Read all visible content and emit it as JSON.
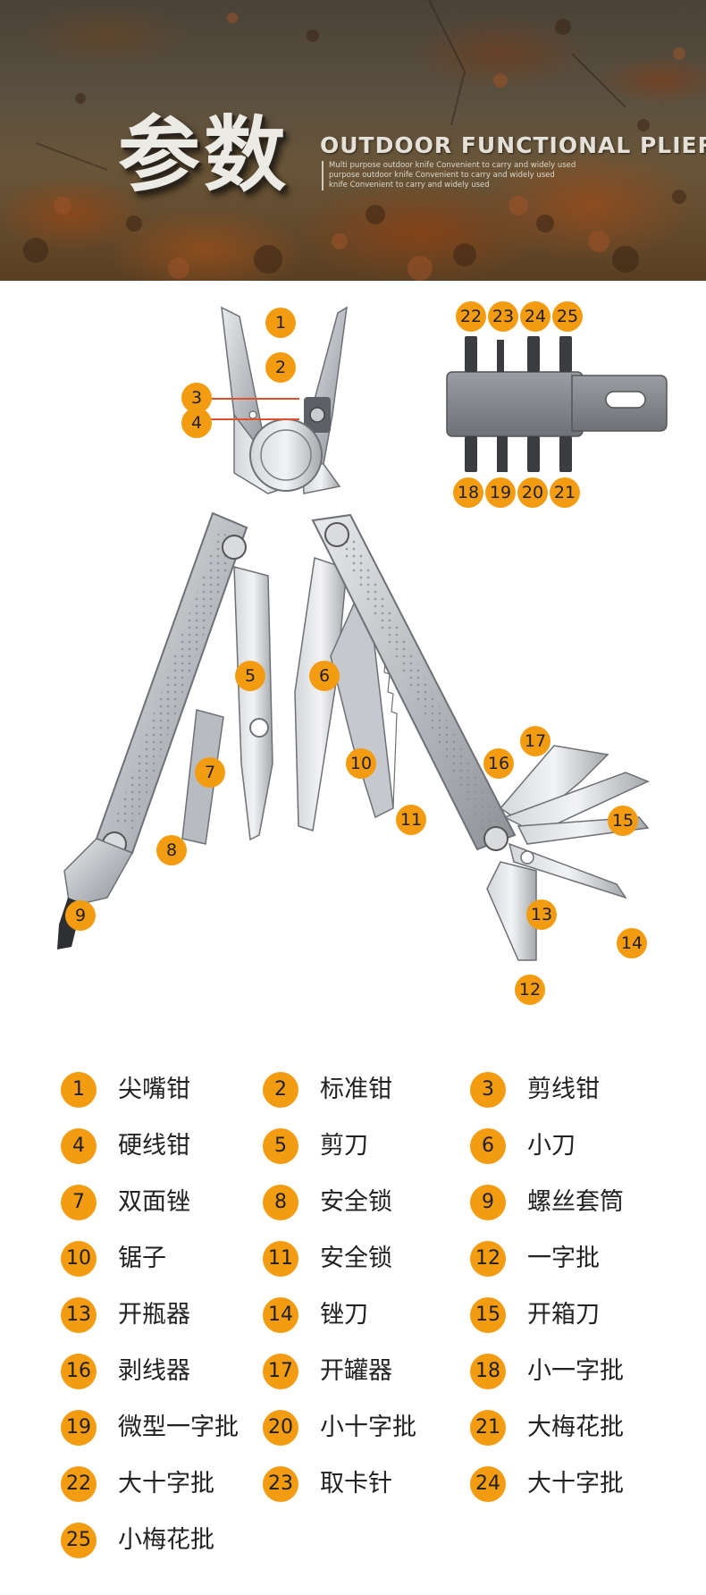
{
  "header": {
    "title": "参数",
    "subtitle": "OUTDOOR FUNCTIONAL PLIERS",
    "description_lines": [
      "Multi purpose outdoor knife Convenient to carry and widely used",
      "purpose outdoor knife Convenient to carry and widely used",
      "knife Convenient to carry and widely used"
    ]
  },
  "diagram": {
    "badges": [
      "1",
      "2",
      "3",
      "4",
      "5",
      "6",
      "7",
      "8",
      "9",
      "10",
      "11",
      "12",
      "13",
      "14",
      "15",
      "16",
      "17",
      "22",
      "23",
      "24",
      "25",
      "18",
      "19",
      "20",
      "21"
    ]
  },
  "legend": [
    {
      "num": "1",
      "label": "尖嘴钳"
    },
    {
      "num": "2",
      "label": "标准钳"
    },
    {
      "num": "3",
      "label": "剪线钳"
    },
    {
      "num": "4",
      "label": "硬线钳"
    },
    {
      "num": "5",
      "label": "剪刀"
    },
    {
      "num": "6",
      "label": "小刀"
    },
    {
      "num": "7",
      "label": "双面锉"
    },
    {
      "num": "8",
      "label": "安全锁"
    },
    {
      "num": "9",
      "label": "螺丝套筒"
    },
    {
      "num": "10",
      "label": "锯子"
    },
    {
      "num": "11",
      "label": "安全锁"
    },
    {
      "num": "12",
      "label": "一字批"
    },
    {
      "num": "13",
      "label": "开瓶器"
    },
    {
      "num": "14",
      "label": "锉刀"
    },
    {
      "num": "15",
      "label": "开箱刀"
    },
    {
      "num": "16",
      "label": "剥线器"
    },
    {
      "num": "17",
      "label": "开罐器"
    },
    {
      "num": "18",
      "label": "小一字批"
    },
    {
      "num": "19",
      "label": "微型一字批"
    },
    {
      "num": "20",
      "label": "小十字批"
    },
    {
      "num": "21",
      "label": "大梅花批"
    },
    {
      "num": "22",
      "label": "大十字批"
    },
    {
      "num": "23",
      "label": "取卡针"
    },
    {
      "num": "24",
      "label": "大十字批"
    },
    {
      "num": "25",
      "label": "小梅花批"
    }
  ],
  "colors": {
    "badge": "#f39c12",
    "leader_line": "#e0502a",
    "text": "#222222"
  }
}
